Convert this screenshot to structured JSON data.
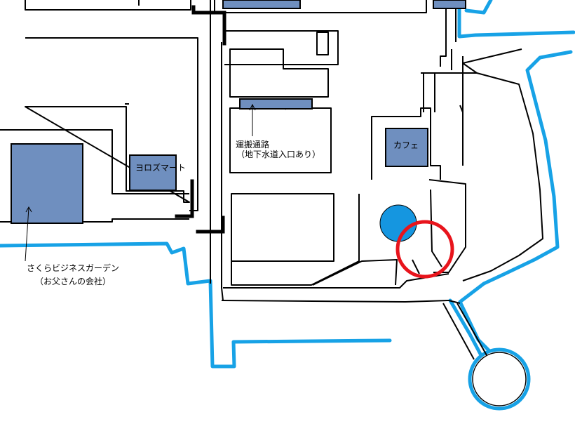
{
  "map": {
    "labels": {
      "sakura_garden": "さくらビジネスガーデン",
      "father_company": "（お父さんの会社）",
      "yorozu_mart": "ヨロズマート",
      "transport_path": "運搬通路",
      "sewer_entrance": "（地下水道入口あり）",
      "cafe": "カフェ"
    },
    "colors": {
      "building_fill": "#6f8fbf",
      "river": "#17a2e6",
      "fountain": "#1596e0",
      "marker": "#e8141c",
      "outline": "#000000"
    }
  }
}
